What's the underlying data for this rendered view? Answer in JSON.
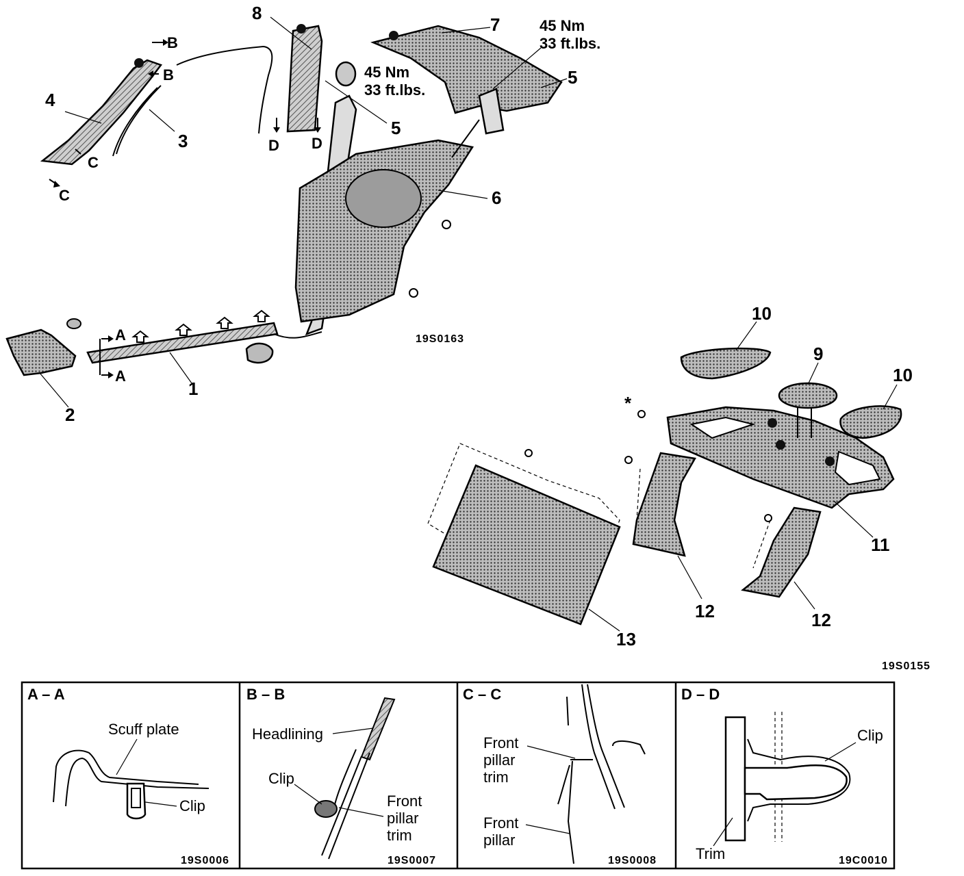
{
  "upper_figure": {
    "code": "19S0163",
    "part_numbers": [
      "1",
      "2",
      "3",
      "4",
      "5",
      "5",
      "6",
      "7",
      "8"
    ],
    "torque_specs": [
      {
        "nm": "45 Nm",
        "ftlbs": "33 ft.lbs."
      },
      {
        "nm": "45 Nm",
        "ftlbs": "33 ft.lbs."
      }
    ],
    "section_markers": [
      "A",
      "A",
      "B",
      "B",
      "C",
      "C",
      "D",
      "D"
    ]
  },
  "lower_figure": {
    "code": "19S0155",
    "part_numbers": [
      "9",
      "10",
      "10",
      "11",
      "12",
      "12",
      "13"
    ],
    "asterisk": "*"
  },
  "section_views": [
    {
      "title": "A – A",
      "callouts": [
        "Scuff plate",
        "Clip"
      ],
      "code": "19S0006"
    },
    {
      "title": "B – B",
      "callouts": [
        "Headlining",
        "Clip",
        "Front",
        "pillar",
        "trim"
      ],
      "code": "19S0007"
    },
    {
      "title": "C – C",
      "callouts": [
        "Front",
        "pillar",
        "trim",
        "Front",
        "pillar"
      ],
      "code": "19S0008"
    },
    {
      "title": "D – D",
      "callouts": [
        "Clip",
        "Trim"
      ],
      "code": "19C0010"
    }
  ]
}
